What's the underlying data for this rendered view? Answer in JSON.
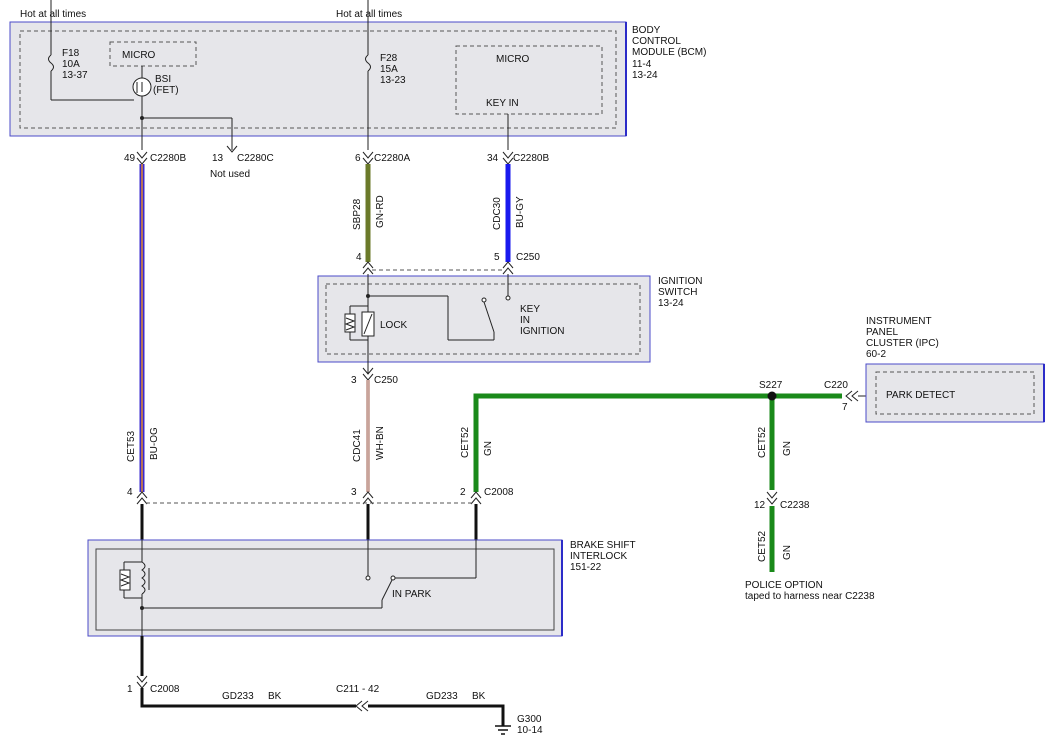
{
  "bcm": {
    "hot1": "Hot at all times",
    "hot2": "Hot at all times",
    "label": [
      "BODY",
      "CONTROL",
      "MODULE (BCM)",
      "11-4",
      "13-24"
    ],
    "fuse1": [
      "F18",
      "10A",
      "13-37"
    ],
    "fuse2": [
      "F28",
      "15A",
      "13-23"
    ],
    "micro1": "MICRO",
    "micro2": "MICRO",
    "keyin": "KEY IN",
    "bsi": [
      "BSI",
      "(FET)"
    ]
  },
  "connectors": {
    "c49_pin": "49",
    "c49_name": "C2280B",
    "c13_pin": "13",
    "c13_name": "C2280C",
    "not_used": "Not used",
    "c6_pin": "6",
    "c6_name": "C2280A",
    "c34_pin": "34",
    "c34_name": "C2280B",
    "c250_4": "4",
    "c250_5": "5",
    "c250_name": "C250",
    "c250_3": "3",
    "c250b_name": "C250",
    "c2008_4": "4",
    "c2008_3": "3",
    "c2008_2": "2",
    "c2008_name": "C2008",
    "c2008b_pin": "1",
    "c2008b_name": "C2008",
    "s227": "S227",
    "c220": "C220",
    "c220_pin": "7",
    "c2238_pin": "12",
    "c2238_name": "C2238",
    "c211": "C211 - 42",
    "g300": [
      "G300",
      "10-14"
    ]
  },
  "wires": {
    "cet53": "CET53",
    "bu_og": "BU-OG",
    "sbp28": "SBP28",
    "gn_rd": "GN-RD",
    "cdc30": "CDC30",
    "bu_gy": "BU-GY",
    "cdc41": "CDC41",
    "wh_bn": "WH-BN",
    "cet52a": "CET52",
    "gn_a": "GN",
    "cet52b": "CET52",
    "gn_b": "GN",
    "cet52c": "CET52",
    "gn_c": "GN",
    "gd233a": "GD233",
    "bk_a": "BK",
    "gd233b": "GD233",
    "bk_b": "BK"
  },
  "ignition": {
    "label": [
      "IGNITION",
      "SWITCH",
      "13-24"
    ],
    "lock": "LOCK",
    "key": [
      "KEY",
      "IN",
      "IGNITION"
    ]
  },
  "ipc": {
    "label": [
      "INSTRUMENT",
      "PANEL",
      "CLUSTER (IPC)",
      "60-2"
    ],
    "park": "PARK DETECT"
  },
  "bsil": {
    "label": [
      "BRAKE SHIFT",
      "INTERLOCK",
      "151-22"
    ],
    "inpark": "IN PARK"
  },
  "police": {
    "title": "POLICE OPTION",
    "note": "taped to harness near C2238"
  },
  "colors": {
    "module_fill": "#e6e6ea",
    "module_border": "#4b4bc8",
    "wire_green": "#1a8a1a",
    "wire_blue": "#1a1aee",
    "wire_olive": "#6b7a2a",
    "wire_bu_og_blue": "#3a2ad0",
    "wire_bu_og_orange": "#e08a30",
    "wire_wh_bn": "#a06050",
    "wire_black": "#111111"
  }
}
